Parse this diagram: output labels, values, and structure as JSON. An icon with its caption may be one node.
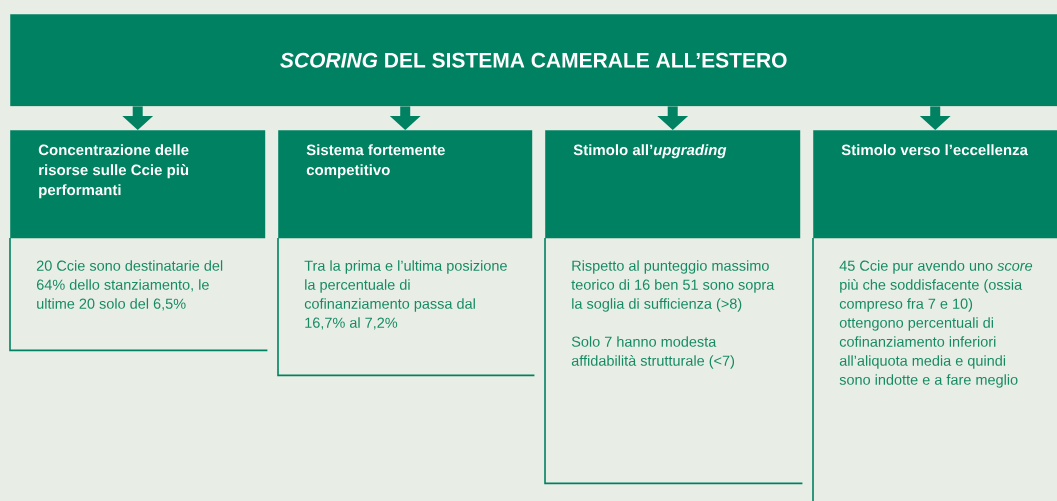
{
  "diagram": {
    "nodes": [
      {
        "text": [
          "*SCORING* DEL SISTEMA CAMERALE ALL’ESTERO"
        ]
      },
      {
        "text": [
          "Concentrazione delle risorse sulle Ccie più performanti"
        ]
      },
      {
        "text": [
          "20 Ccie sono destinatarie del 64% dello stanziamento, le ultime 20 solo del 6,5%"
        ]
      },
      {
        "text": [
          "Sistema fortemente competitivo"
        ]
      },
      {
        "text": [
          "Tra la prima e l’ultima posizione la percentuale di cofinanziamento passa dal 16,7% al 7,2%"
        ]
      },
      {
        "text": [
          "Stimolo all’*upgrading*"
        ]
      },
      {
        "text": [
          "Rispetto al punteggio massimo teorico di 16 ben 51 sono sopra la soglia di sufficienza (>8)",
          "Solo 7 hanno modesta affidabilità strutturale (<7)"
        ]
      },
      {
        "text": [
          "Stimolo verso l’eccellenza"
        ]
      },
      {
        "text": [
          "45 Ccie pur avendo uno *score* più che soddisfacente (ossia compreso fra 7 e 10) ottengono percentuali di cofinanziamento inferiori all’aliquota media e quindi sono indotte e a fare meglio"
        ]
      }
    ],
    "edges": [
      {
        "from": 0,
        "to": 1,
        "arrow": "to"
      },
      {
        "from": 0,
        "to": 3,
        "arrow": "to"
      },
      {
        "from": 0,
        "to": 5,
        "arrow": "to"
      },
      {
        "from": 0,
        "to": 7,
        "arrow": "to"
      }
    ]
  }
}
